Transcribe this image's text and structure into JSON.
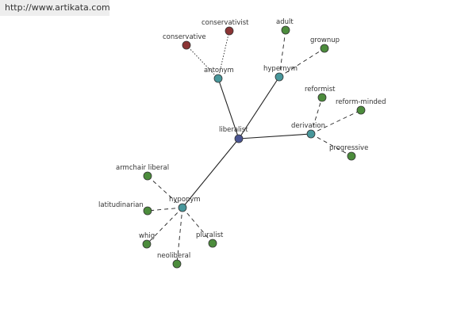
{
  "header": {
    "url": "http://www.artikata.com"
  },
  "colors": {
    "root": "#4a5592",
    "relation": "#48979b",
    "word_green": "#4c8c3c",
    "word_red": "#8b3434",
    "edge": "#222222"
  },
  "graph": {
    "root": {
      "label": "liberalist"
    },
    "relations": [
      {
        "id": "antonym",
        "label": "antonym",
        "style": "dotted",
        "words": [
          {
            "label": "conservative",
            "color": "red"
          },
          {
            "label": "conservativist",
            "color": "red"
          }
        ]
      },
      {
        "id": "hypernym",
        "label": "hypernym",
        "style": "dashed",
        "words": [
          {
            "label": "adult",
            "color": "green"
          },
          {
            "label": "grownup",
            "color": "green"
          }
        ]
      },
      {
        "id": "derivation",
        "label": "derivation",
        "style": "dashed",
        "words": [
          {
            "label": "reformist",
            "color": "green"
          },
          {
            "label": "reform-minded",
            "color": "green"
          },
          {
            "label": "progressive",
            "color": "green"
          }
        ]
      },
      {
        "id": "hyponym",
        "label": "hyponym",
        "style": "dashed",
        "words": [
          {
            "label": "armchair liberal",
            "color": "green"
          },
          {
            "label": "latitudinarian",
            "color": "green"
          },
          {
            "label": "whig",
            "color": "green"
          },
          {
            "label": "neoliberal",
            "color": "green"
          },
          {
            "label": "pluralist",
            "color": "green"
          }
        ]
      }
    ]
  }
}
